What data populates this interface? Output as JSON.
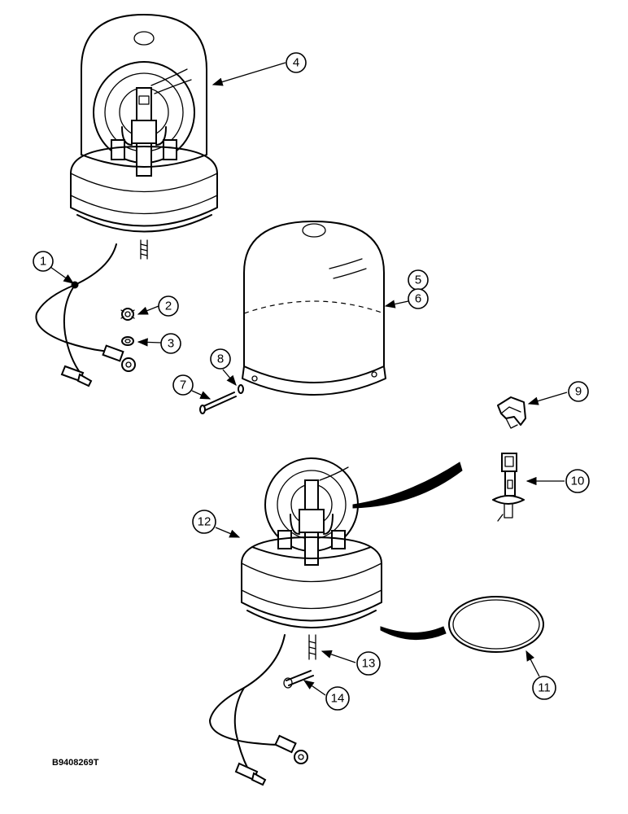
{
  "figure": {
    "reference_code": "B9408269T",
    "callouts": [
      {
        "id": "1",
        "label": "1"
      },
      {
        "id": "2",
        "label": "2"
      },
      {
        "id": "3",
        "label": "3"
      },
      {
        "id": "4",
        "label": "4"
      },
      {
        "id": "5",
        "label": "5"
      },
      {
        "id": "6",
        "label": "6"
      },
      {
        "id": "7",
        "label": "7"
      },
      {
        "id": "8",
        "label": "8"
      },
      {
        "id": "9",
        "label": "9"
      },
      {
        "id": "10",
        "label": "10"
      },
      {
        "id": "11",
        "label": "11"
      },
      {
        "id": "12",
        "label": "12"
      },
      {
        "id": "13",
        "label": "13"
      },
      {
        "id": "14",
        "label": "14"
      }
    ]
  }
}
